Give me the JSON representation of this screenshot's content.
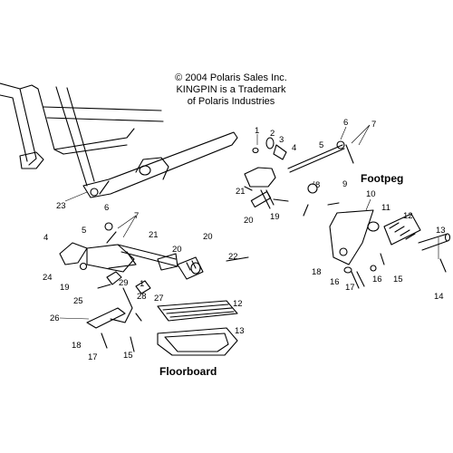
{
  "header": {
    "copyright_lines": [
      "© 2004 Polaris Sales Inc.",
      "KINGPIN is a Trademark",
      "of Polaris Industries"
    ]
  },
  "sections": {
    "footpeg": "Footpeg",
    "floorboard": "Floorboard"
  },
  "callouts": {
    "frame": [
      "23"
    ],
    "footpeg": [
      "1",
      "2",
      "3",
      "4",
      "5",
      "6",
      "7",
      "8",
      "9",
      "10",
      "11",
      "12",
      "13",
      "14",
      "15",
      "16",
      "17",
      "18",
      "19",
      "20",
      "21"
    ],
    "floorboard": [
      "4",
      "5",
      "6",
      "7",
      "12",
      "13",
      "15",
      "17",
      "18",
      "19",
      "20",
      "20",
      "21",
      "22",
      "24",
      "25",
      "26",
      "27",
      "28",
      "29",
      "1"
    ]
  }
}
